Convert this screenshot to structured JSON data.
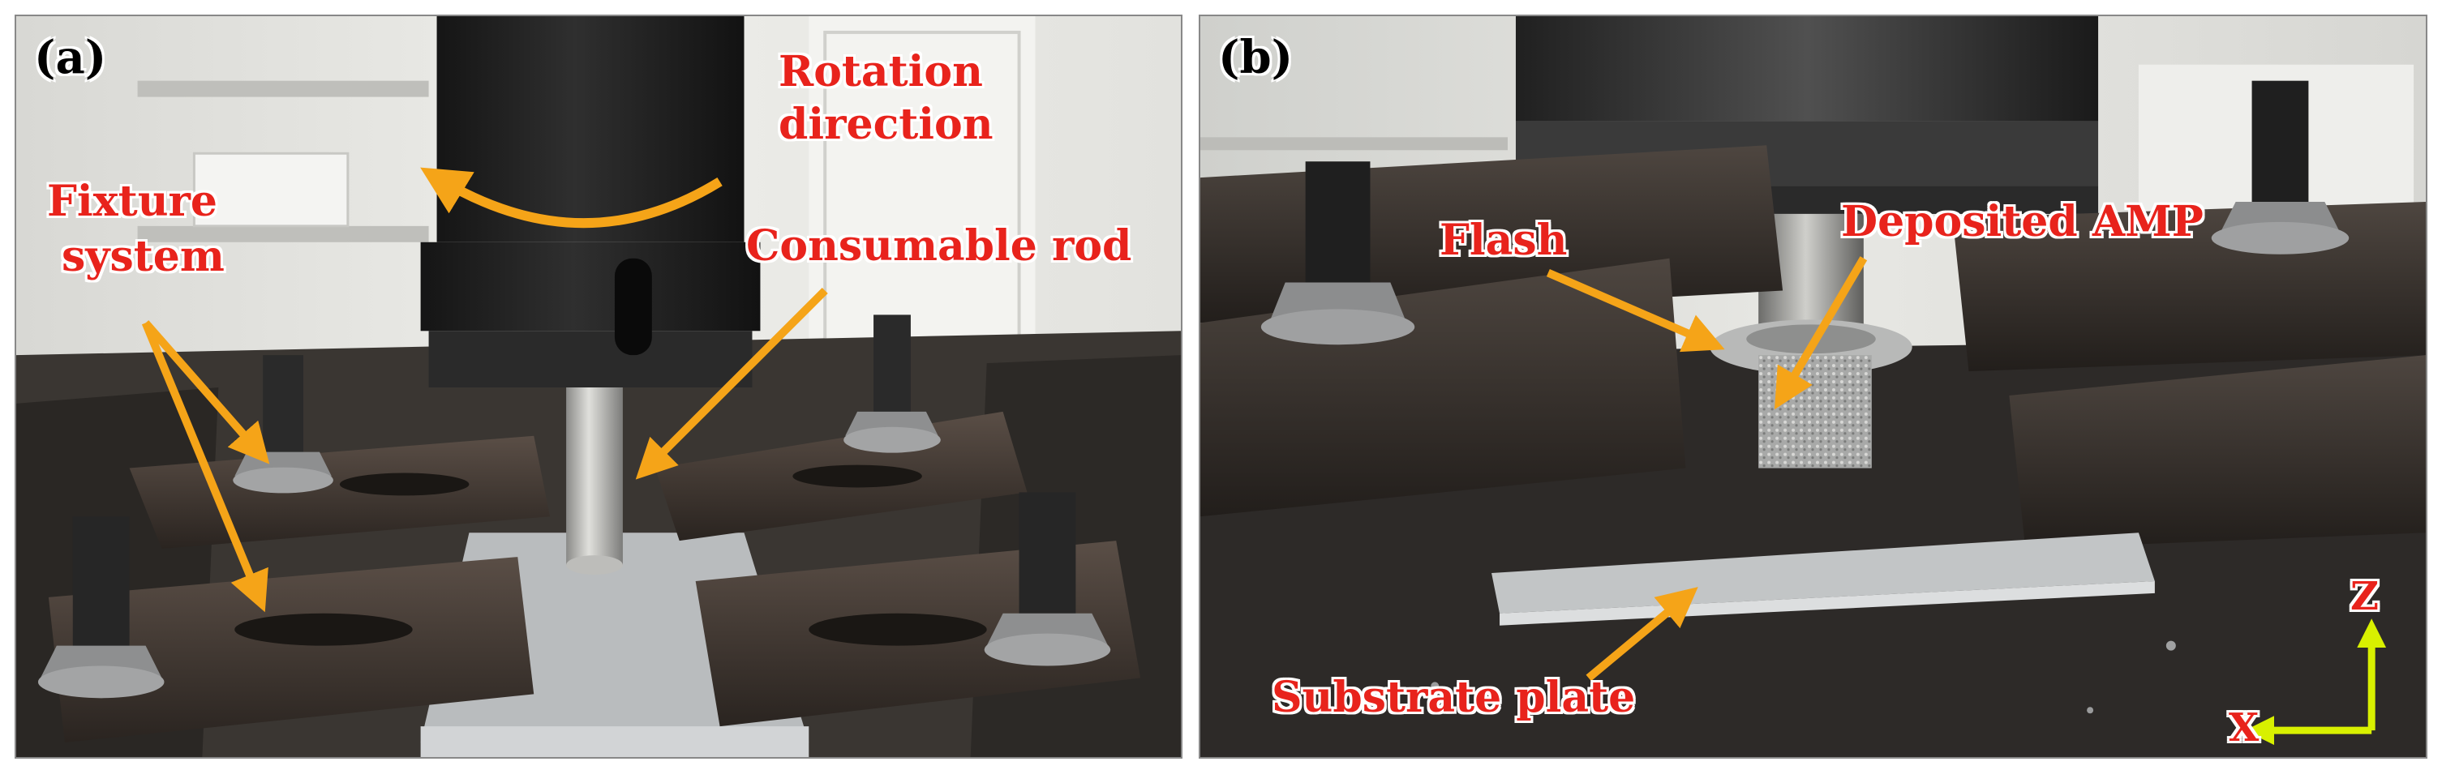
{
  "panel_a": {
    "label": "(a)",
    "annotations": {
      "rotation_line1": "Rotation",
      "rotation_line2": "direction",
      "fixture_line1": "Fixture",
      "fixture_line2": "system",
      "consumable": "Consumable rod"
    }
  },
  "panel_b": {
    "label": "(b)",
    "annotations": {
      "flash": "Flash",
      "deposited": "Deposited AMP",
      "substrate": "Substrate plate"
    },
    "axes": {
      "z": "Z",
      "x": "X"
    }
  },
  "colors": {
    "label_text": "#e8231c",
    "arrow": "#f5a418",
    "axis_arrow": "#d8f000"
  }
}
